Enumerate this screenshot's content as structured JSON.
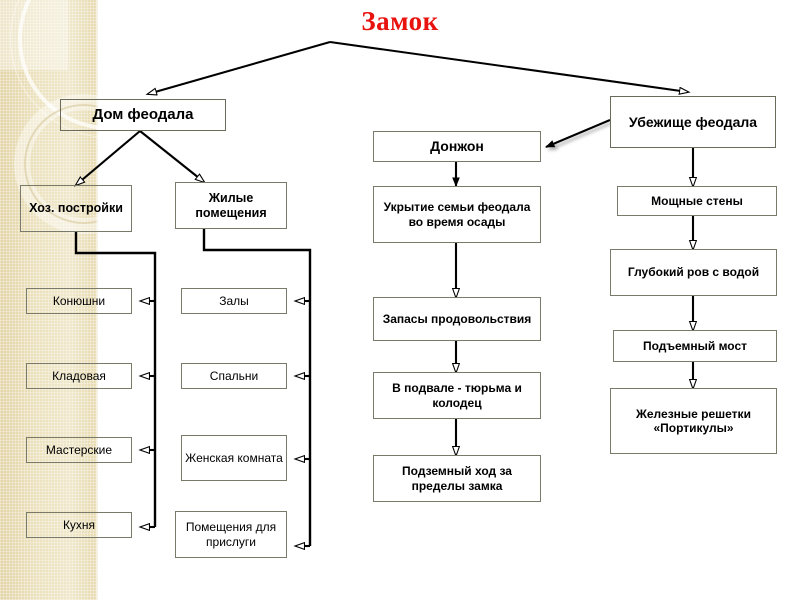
{
  "title": {
    "text": "Замок",
    "color": "#e8120e"
  },
  "colors": {
    "band": "#e8dcb5",
    "box_border": "#7a7a6a",
    "edge": "#000000",
    "canvas": "#ffffff"
  },
  "nodes": {
    "root": "Замок",
    "branch_house": "Дом феодала",
    "branch_donjon": "Донжон",
    "branch_refuge": "Убежище феодала",
    "house_children": [
      "Хоз. постройки",
      "Жилые помещения"
    ],
    "utility_buildings": [
      "Конюшни",
      "Кладовая",
      "Мастерские",
      "Кухня"
    ],
    "living_rooms": [
      "Залы",
      "Спальни",
      "Женская комната",
      "Помещения для прислуги"
    ],
    "donjon_chain": [
      "Укрытие семьи феодала во время осады",
      "Запасы продовольствия",
      "В подвале - тюрьма и колодец",
      "Подземный ход за пределы замка"
    ],
    "refuge_chain": [
      "Мощные стены",
      "Глубокий ров с водой",
      "Подъемный мост",
      "Железные решетки «Портикулы»"
    ]
  }
}
